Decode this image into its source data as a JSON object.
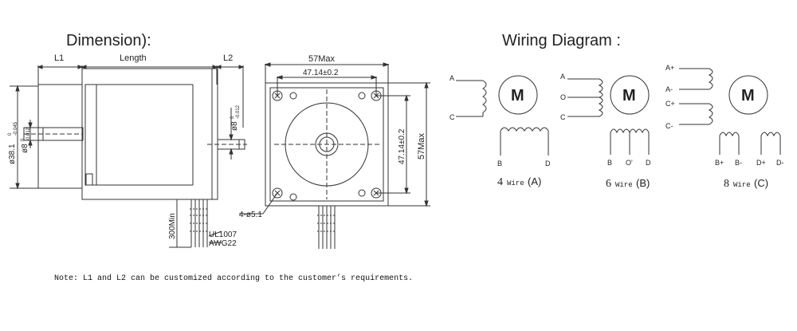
{
  "headings": {
    "dimension": "Dimension):",
    "wiring": "Wiring Diagram :"
  },
  "dimension": {
    "l1": "L1",
    "length": "Length",
    "l2": "L2",
    "dia_38": "ø38.1",
    "dia_38_tol_top": "0",
    "dia_38_tol_bottom": "-0.045",
    "dia_8_left": "ø8",
    "dia_8_left_tol_top": "0",
    "dia_8_left_tol_bottom": "-0.012",
    "dia_8_right": "ø8",
    "dia_8_right_tol_top": "0",
    "dia_8_right_tol_bottom": "-0.012",
    "lead_length": "300Min",
    "cable_type": "UL1007",
    "cable_gauge": "AWG22",
    "width_57": "57Max",
    "hole_spacing_h": "47.14±0.2",
    "hole_spacing_v": "47.14±0.2",
    "height_57": "57Max",
    "holes": "4-ø5.1"
  },
  "wiring": {
    "motor_label": "M",
    "w4": {
      "A": "A",
      "C": "C",
      "B": "B",
      "D": "D",
      "caption_num": "4",
      "caption_word": "Wire",
      "caption_type": "(A)"
    },
    "w6": {
      "A": "A",
      "O": "O",
      "C": "C",
      "B": "B",
      "O2": "O'",
      "D": "D",
      "caption_num": "6",
      "caption_word": "Wire",
      "caption_type": "(B)"
    },
    "w8": {
      "Ap": "A+",
      "Am": "A-",
      "Cp": "C+",
      "Cm": "C-",
      "Bp": "B+",
      "Bm": "B-",
      "Dp": "D+",
      "Dm": "D-",
      "caption_num": "8",
      "caption_word": "Wire",
      "caption_type": "(C)"
    }
  },
  "note": "Note: L1 and L2 can be customized according to the customer’s requirements."
}
